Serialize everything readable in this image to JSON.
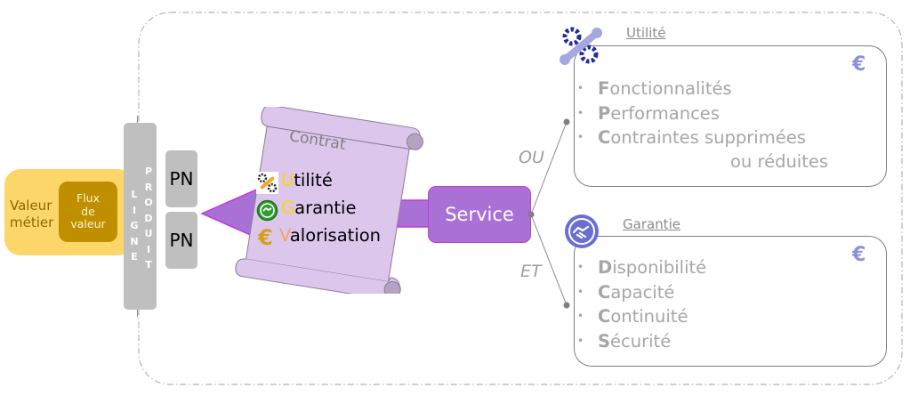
{
  "left": {
    "valeur_metier": [
      "Valeur",
      "métier"
    ],
    "flux_de_valeur": [
      "Flux",
      "de",
      "valeur"
    ],
    "ligne_produit": {
      "col1": [
        "L",
        "I",
        "G",
        "N",
        "E"
      ],
      "col2": [
        "P",
        "R",
        "O",
        "D",
        "U",
        "I",
        "T"
      ]
    },
    "pn_boxes": [
      "PN",
      "PN"
    ]
  },
  "contract": {
    "title": "Contrat",
    "items": [
      {
        "icon": "wrench-gear-icon",
        "first": "U",
        "rest": "tilité",
        "accent": "#ffd700"
      },
      {
        "icon": "handshake-icon",
        "first": "G",
        "rest": "arantie",
        "accent": "#ffd700"
      },
      {
        "icon": "euro-icon",
        "first": "V",
        "rest": "alorisation",
        "accent": "#f4a460"
      }
    ]
  },
  "service": {
    "label": "Service",
    "branch_or": "OU",
    "branch_and": "ET"
  },
  "utilite": {
    "title": "Utilité",
    "icon": "wrench-gear-icon",
    "corner_icon": "euro-icon",
    "items": [
      {
        "cap": "F",
        "rest": "onctionnalités"
      },
      {
        "cap": "P",
        "rest": "erformances"
      },
      {
        "cap": "C",
        "rest": "ontraintes supprimées"
      }
    ],
    "continuation": "ou réduites"
  },
  "garantie": {
    "title": "Garantie",
    "icon": "handshake-icon",
    "corner_icon": "euro-icon",
    "items": [
      {
        "cap": "D",
        "rest": "isponibilité"
      },
      {
        "cap": "C",
        "rest": "apacité"
      },
      {
        "cap": "C",
        "rest": "ontinuité"
      },
      {
        "cap": "S",
        "rest": "écurité"
      }
    ]
  },
  "colors": {
    "valeur_bg": "#fdd66a",
    "flux_bg": "#bf8f00",
    "ligne_bg": "#bfbfbf",
    "service_bg": "#a970d5",
    "service_border": "#c03bd0",
    "scroll_bg": "#dcc6ec",
    "icon_blue": "#1f2d9a",
    "icon_lavender": "#a5a8e0"
  }
}
